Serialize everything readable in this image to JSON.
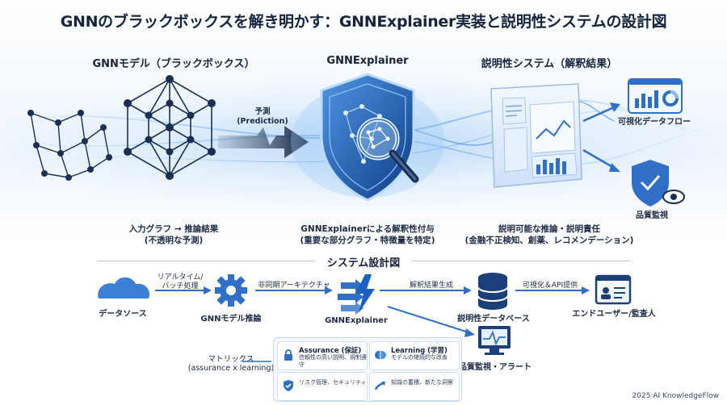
{
  "title": "GNNのブラックボックスを解き明かす：GNNExplainer実装と説明性システムの設計図",
  "top": {
    "col1": {
      "heading": "GNNモデル（ブラックボックス）",
      "caption_line1": "入力グラフ → 推論結果",
      "caption_line2": "(不透明な予測)"
    },
    "arrow": {
      "label_line1": "予測",
      "label_line2": "(Prediction)"
    },
    "col2": {
      "heading": "GNNExplainer",
      "caption_line1": "GNNExplainerによる解釈性付与",
      "caption_line2": "(重要な部分グラフ・特徴量を特定)"
    },
    "col3": {
      "heading": "説明性システム（解釈結果）",
      "caption_line1": "説明可能な推論・説明責任",
      "caption_line2": "(金融不正検知、創薬、レコメンデーション)"
    },
    "out1": "可視化データフロー",
    "out2": "品質監視"
  },
  "system": {
    "section_title": "システム設計図",
    "nodes": {
      "datasource": "データソース",
      "inference": "GNNモデル推論",
      "explainer": "GNNExplainer",
      "db": "説明性データベース",
      "user": "エンドユーザー/監査人",
      "monitor": "品質監視・アラート"
    },
    "edges": {
      "e1_line1": "リアルタイム/",
      "e1_line2": "バッチ処理",
      "e2": "非同期アーキテクチャ",
      "e3": "解釈結果生成",
      "e4": "可視化＆API提供"
    },
    "matrix": {
      "label_line1": "マトリックス",
      "label_line2": "(assurance x learning)",
      "cells": [
        {
          "title": "Assurance (保証)",
          "desc": "信頼性の高い説明、規制遵守"
        },
        {
          "title": "Learning (学習)",
          "desc": "モデルの継続的な改善"
        },
        {
          "title": "",
          "desc": "リスク管理、セキュリティ"
        },
        {
          "title": "",
          "desc": "知識の蓄積、新たな洞察"
        }
      ]
    }
  },
  "footer": "2025 AI KnowledgeFlow",
  "colors": {
    "primary": "#2f6fc7",
    "dark_navy": "#1b2f52",
    "accent": "#4a8fe0"
  }
}
